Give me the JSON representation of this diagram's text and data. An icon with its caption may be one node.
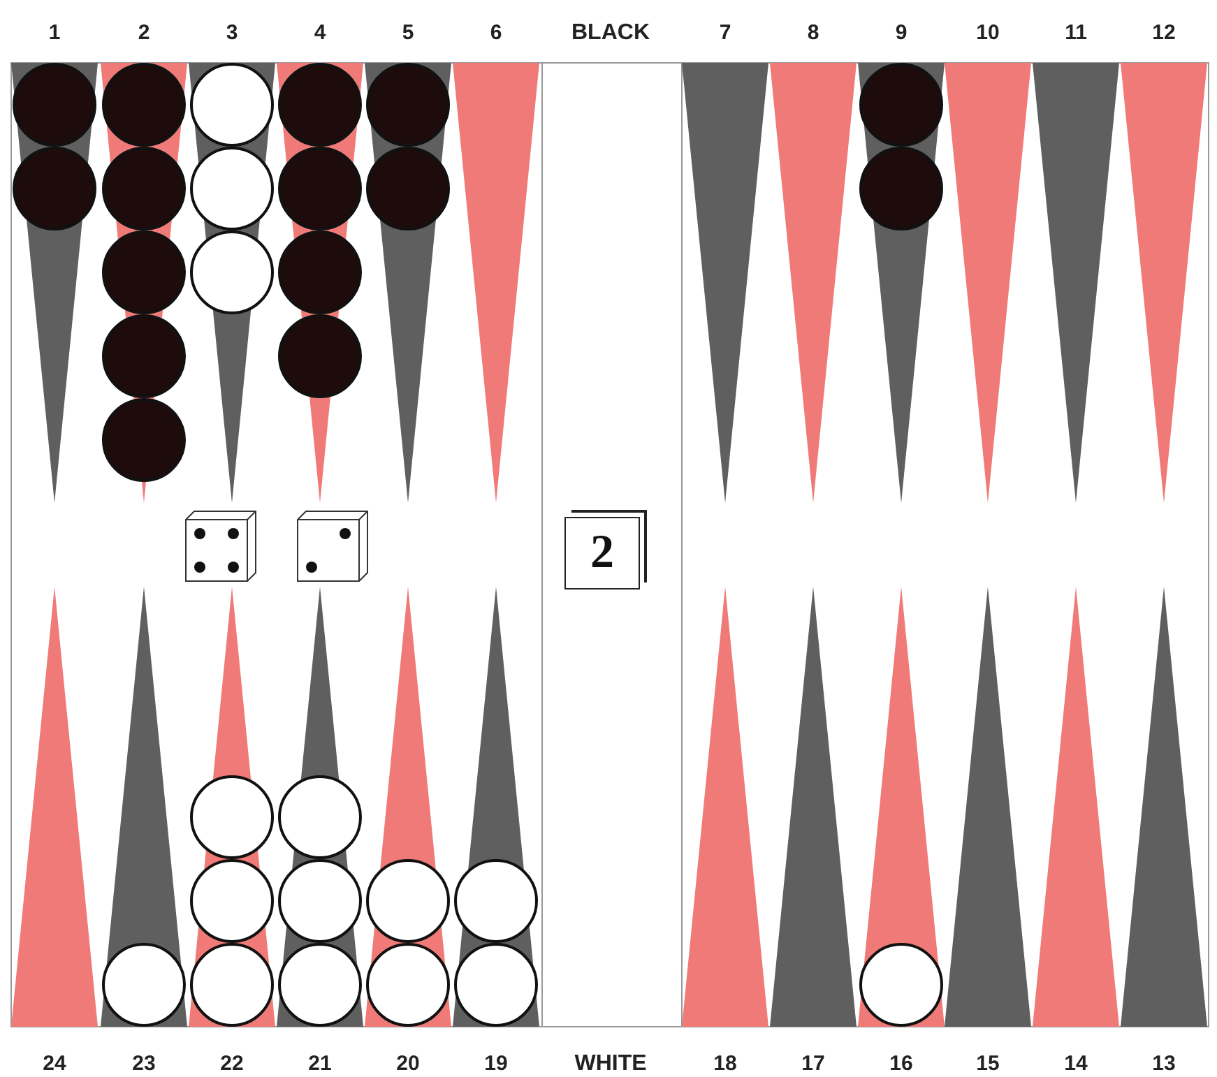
{
  "diagram": {
    "nodes": [
      {
        "text": [
          "2"
        ]
      }
    ],
    "labels": [
      "1",
      "2",
      "3",
      "4",
      "5",
      "6",
      "BLACK",
      "7",
      "8",
      "9",
      "10",
      "11",
      "12",
      "24",
      "23",
      "22",
      "21",
      "20",
      "19",
      "WHITE",
      "18",
      "17",
      "16",
      "15",
      "14",
      "13"
    ]
  }
}
